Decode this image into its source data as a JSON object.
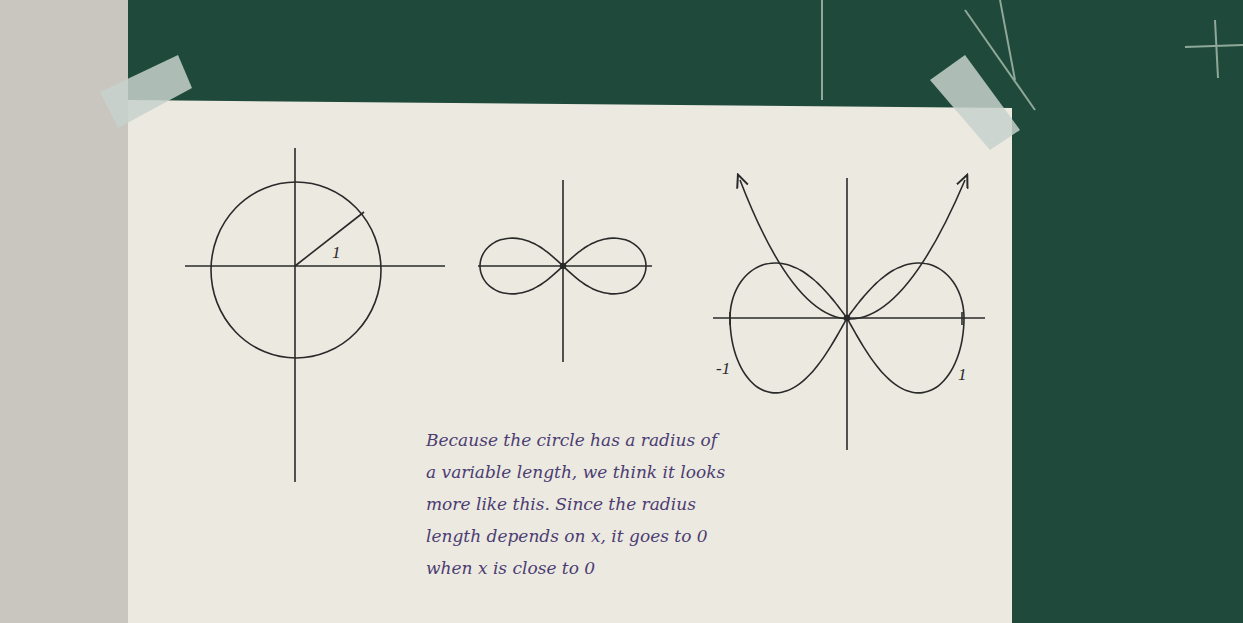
{
  "diagram": {
    "labels": [
      "1",
      "-1",
      "1",
      "Because the circle has a radius of a variable length, we think it looks more like this. Since the radius length depends on x, it goes to 0 when x is close to 0"
    ]
  }
}
